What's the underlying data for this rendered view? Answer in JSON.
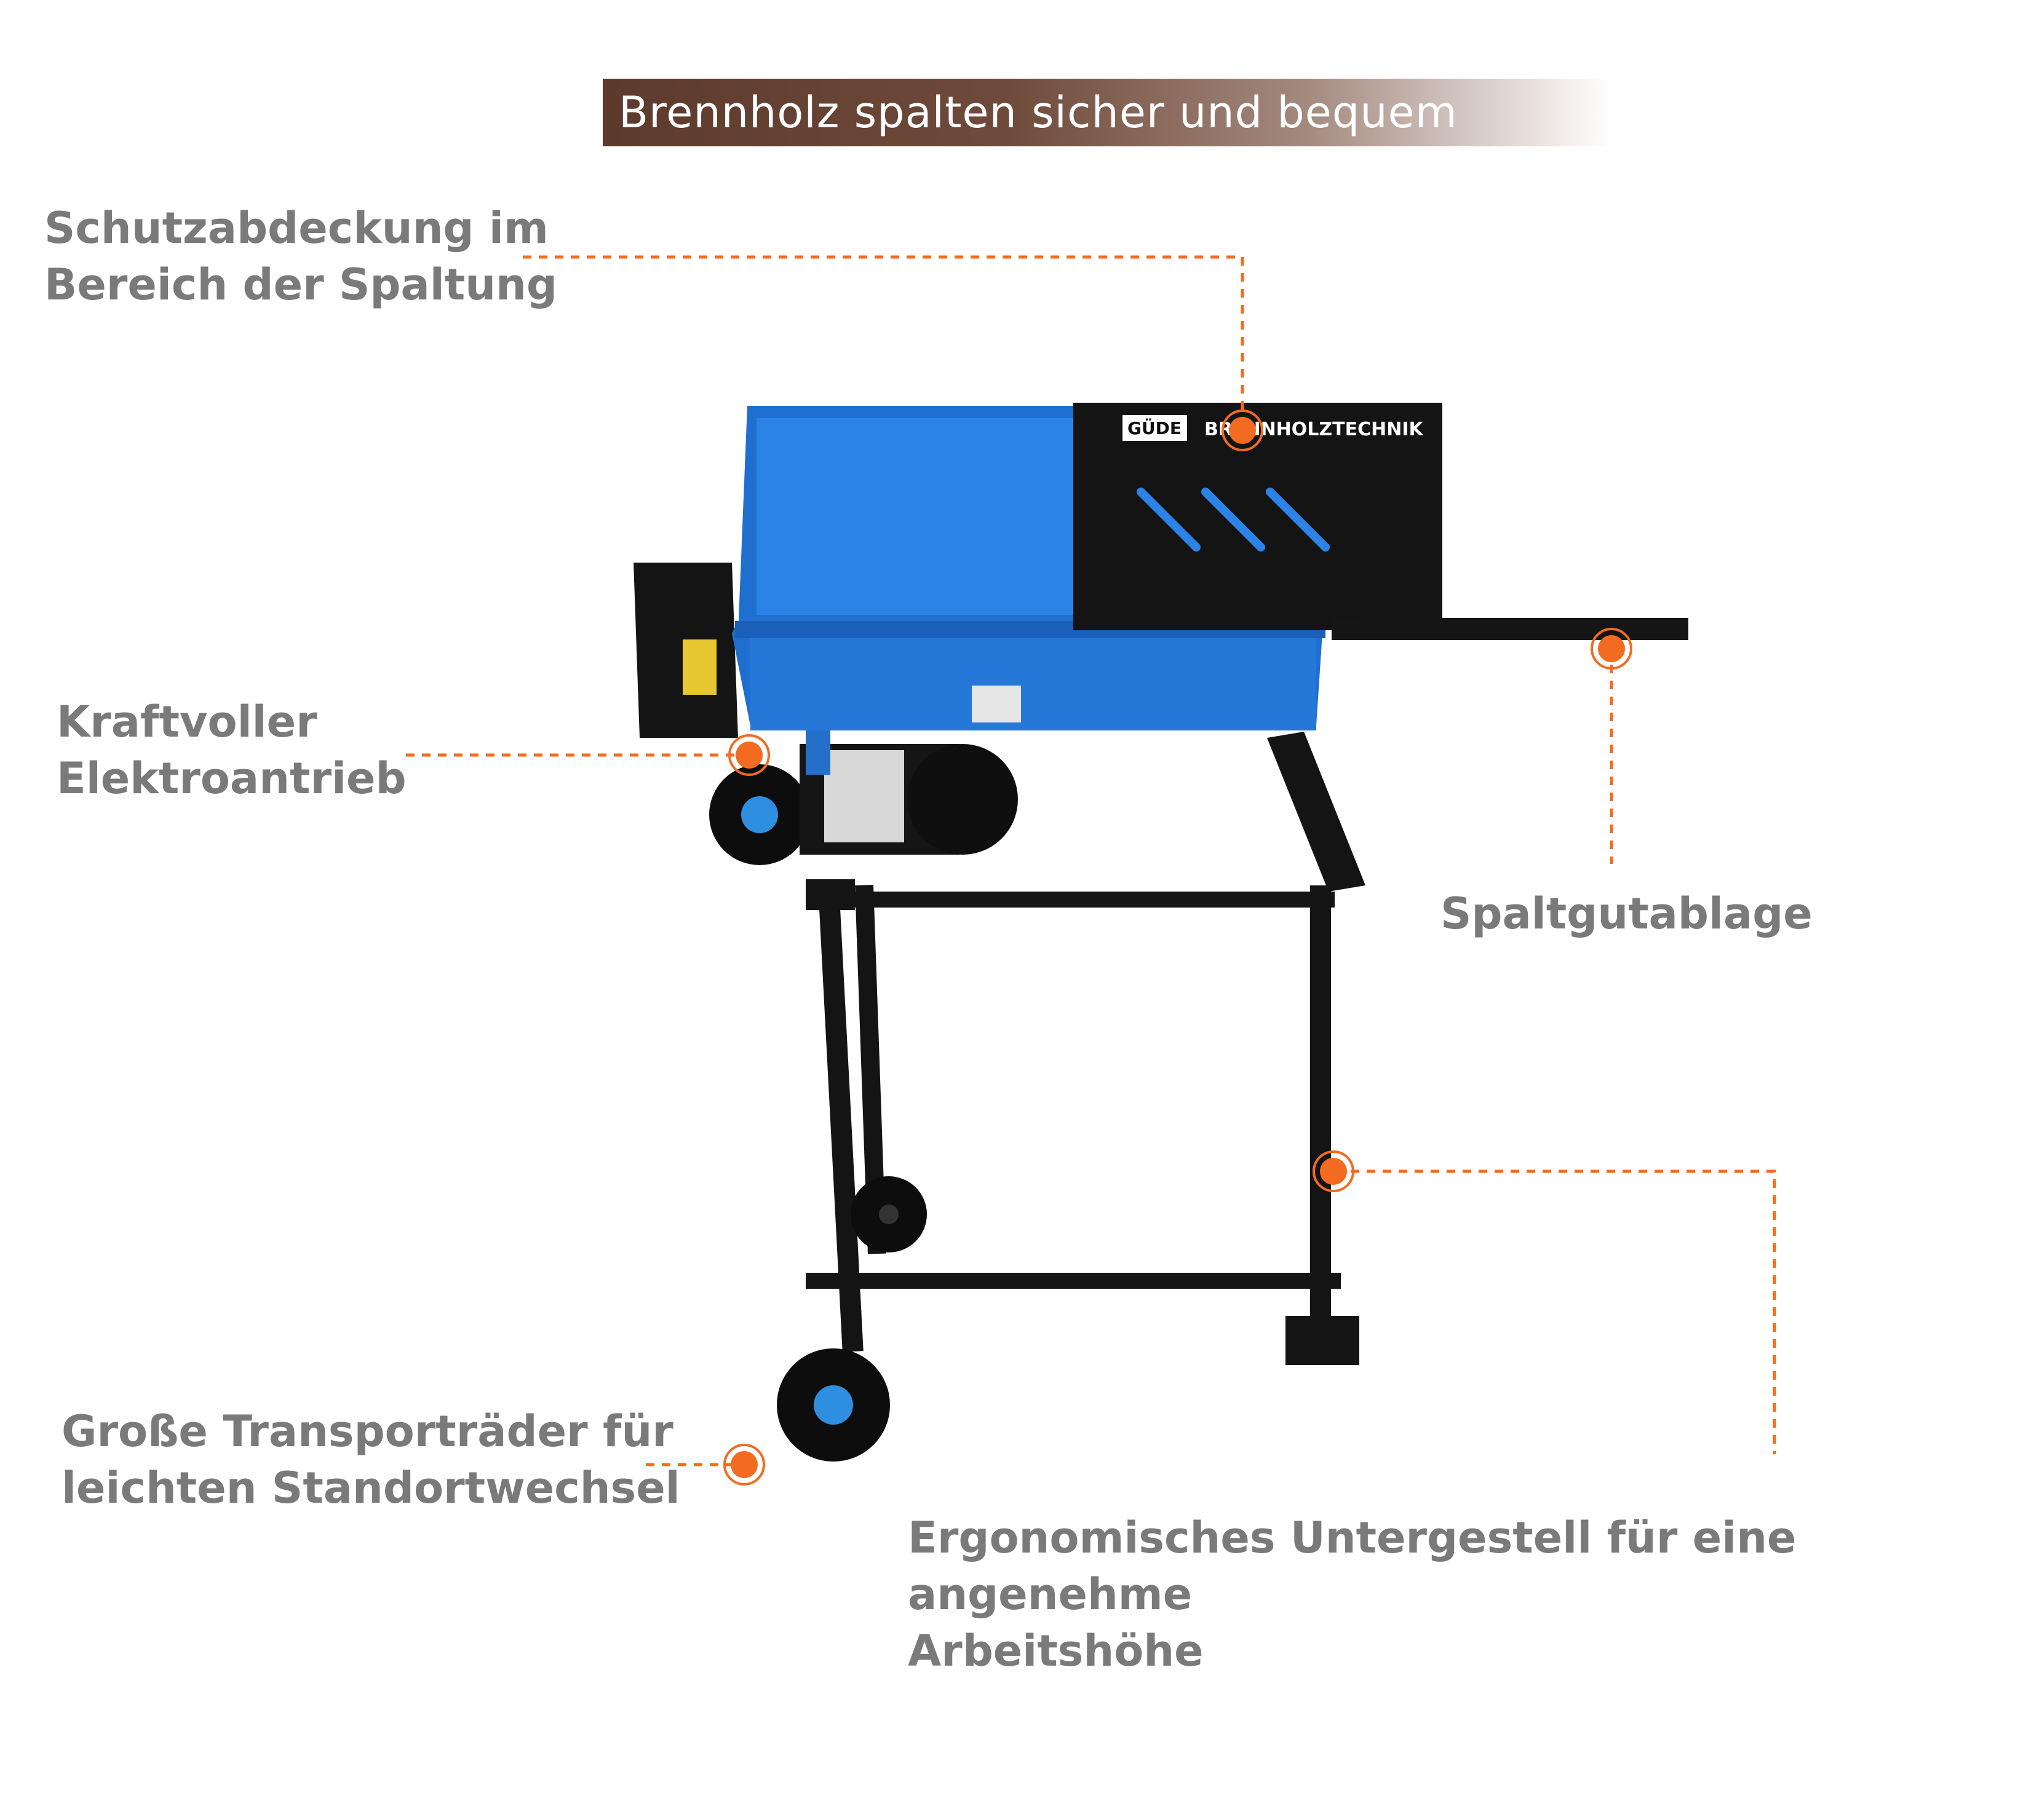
{
  "title": "Brennholz spalten sicher und bequem",
  "colors": {
    "title_bg_start": "#5c3a2c",
    "accent": "#f26b21",
    "label_text": "#7a7a7a",
    "machine_blue": "#1e6fd0",
    "machine_black": "#111111"
  },
  "machine": {
    "brand": "GÜDE",
    "panel_text": "BRENNHOLZTECHNIK"
  },
  "callouts": [
    {
      "id": "cover",
      "text": "Schutzabdeckung im\nBereich der Spaltung"
    },
    {
      "id": "motor",
      "text": "Kraftvoller\nElektroantrieb"
    },
    {
      "id": "tray",
      "text": "Spaltgutablage"
    },
    {
      "id": "wheels",
      "text": "Große Transporträder für\nleichten Standortwechsel"
    },
    {
      "id": "stand",
      "text": "Ergonomisches Untergestell für eine angenehme\nArbeitshöhe"
    }
  ]
}
